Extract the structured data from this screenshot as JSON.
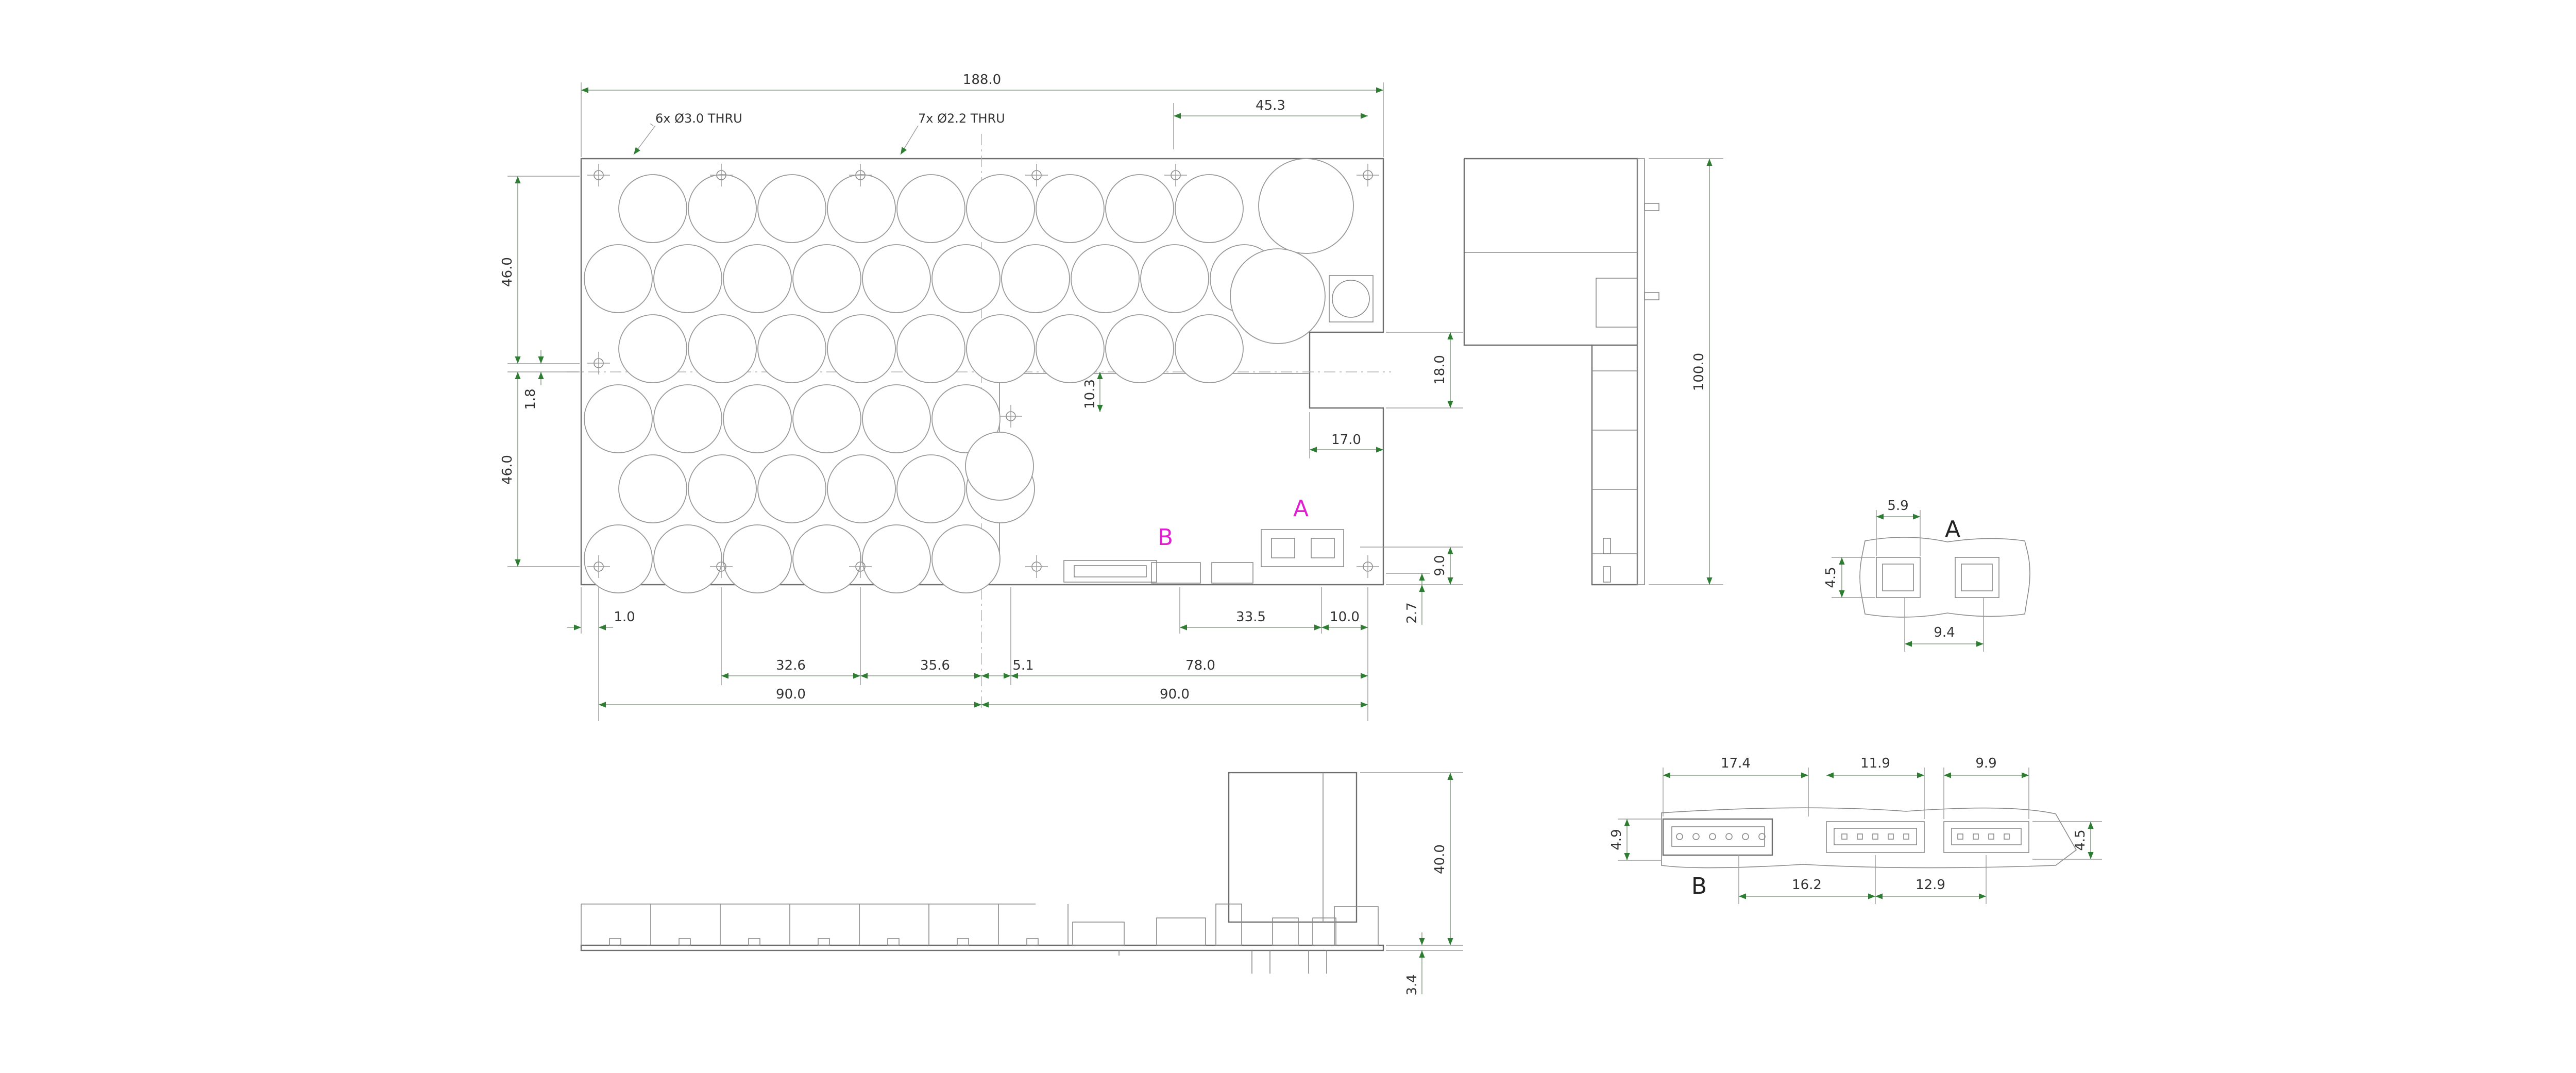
{
  "colors": {
    "outline": "#6e6e6e",
    "dimension_arrow": "#2e7d32",
    "detail_label_magenta": "#e020d0",
    "detail_label_black": "#222222"
  },
  "notes": {
    "hole_a": "6x Ø3.0 THRU",
    "hole_b": "7x Ø2.2 THRU"
  },
  "detail_labels": {
    "a_on_board": "A",
    "b_on_board": "B",
    "a_detail": "A",
    "b_detail": "B"
  },
  "dimensions": {
    "top": {
      "overall_width": "188.0",
      "right_offset": "45.3",
      "upper_height": "46.0",
      "mid_gap": "1.8",
      "lower_height": "46.0",
      "cutout_depth": "10.3",
      "notch_height": "18.0",
      "notch_width": "17.0",
      "connector_rise": "9.0",
      "edge_to_hole": "2.7",
      "hole_inset": "1.0",
      "conn_a_span": "33.5",
      "conn_a_right": "10.0",
      "hole_pitch_1": "32.6",
      "hole_pitch_2": "35.6",
      "center_offset": "5.1",
      "right_span": "78.0",
      "half_left": "90.0",
      "half_right": "90.0"
    },
    "side": {
      "length": "100.0"
    },
    "front": {
      "height": "40.0",
      "base": "3.4"
    },
    "detail_a": {
      "top_width": "5.9",
      "height": "4.5",
      "pitch": "9.4"
    },
    "detail_b": {
      "first_width": "17.4",
      "second_width": "11.9",
      "third_width": "9.9",
      "left_height": "4.9",
      "right_height": "4.5",
      "gap_1": "16.2",
      "gap_2": "12.9"
    }
  }
}
